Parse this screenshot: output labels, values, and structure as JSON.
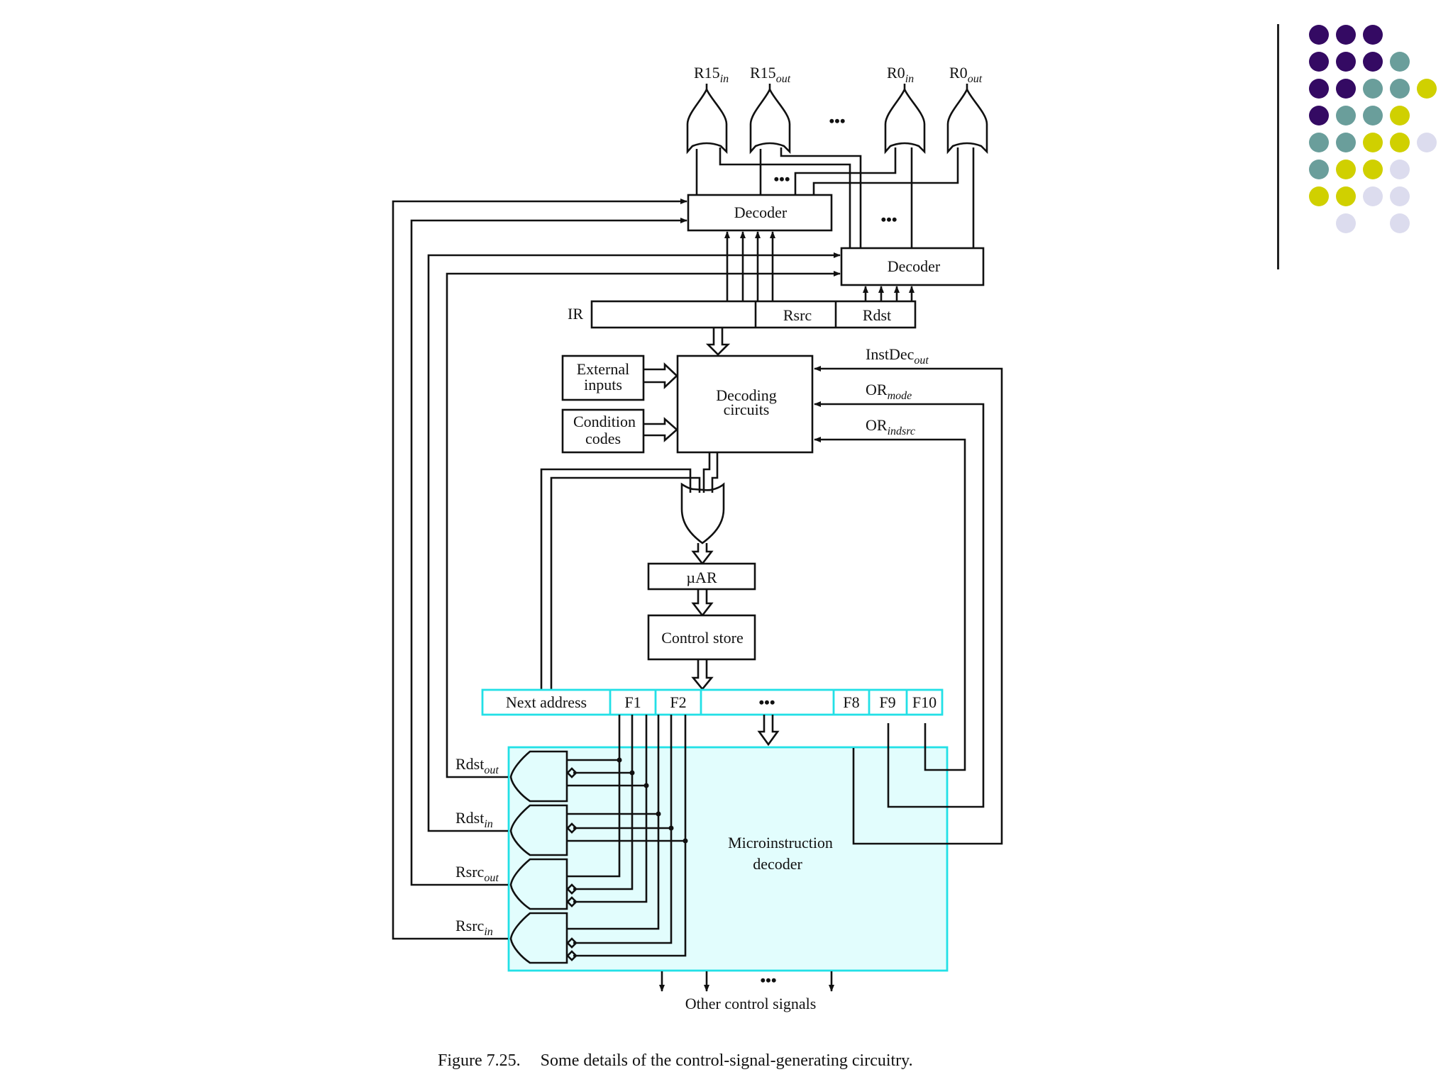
{
  "slide": {
    "decoration": {
      "dot_colors": {
        "purple": "#340a63",
        "teal": "#6a9e9b",
        "yellow": "#d0d000",
        "lavender": "#dcdcee"
      },
      "dot_rows": [
        [
          "purple",
          "purple",
          "purple",
          null,
          null
        ],
        [
          "purple",
          "purple",
          "purple",
          "teal",
          null
        ],
        [
          "purple",
          "purple",
          "teal",
          "teal",
          "yellow"
        ],
        [
          "purple",
          "teal",
          "teal",
          "yellow",
          null
        ],
        [
          "teal",
          "teal",
          "yellow",
          "yellow",
          "lavender"
        ],
        [
          "teal",
          "yellow",
          "yellow",
          "lavender",
          null
        ],
        [
          "yellow",
          "yellow",
          "lavender",
          "lavender",
          null
        ],
        [
          null,
          "lavender",
          null,
          "lavender",
          null
        ]
      ]
    }
  },
  "diagram": {
    "gates_top": {
      "r15_in": {
        "base": "R15",
        "sub": "in"
      },
      "r15_out": {
        "base": "R15",
        "sub": "out"
      },
      "r0_in": {
        "base": "R0",
        "sub": "in"
      },
      "r0_out": {
        "base": "R0",
        "sub": "out"
      },
      "ellipsis": "•••"
    },
    "decoder_src": "Decoder",
    "decoder_dst": "Decoder",
    "ellipsis_mid": "•••",
    "ellipsis_right": "•••",
    "ir": {
      "label": "IR",
      "fields": [
        "Rsrc",
        "Rdst"
      ]
    },
    "external_inputs": [
      "External",
      "inputs"
    ],
    "condition_codes": [
      "Condition",
      "codes"
    ],
    "decoding_circuits": [
      "Decoding",
      "circuits"
    ],
    "feedback_signals": [
      {
        "base": "InstDec",
        "sub": "out"
      },
      {
        "base": "OR",
        "sub": "mode"
      },
      {
        "base": "OR",
        "sub": "indsrc"
      }
    ],
    "uar": "µAR",
    "control_store": "Control store",
    "microinstruction_fields": [
      "Next address",
      "F1",
      "F2",
      "•••",
      "F8",
      "F9",
      "F10"
    ],
    "micro_decoder": [
      "Microinstruction",
      "decoder"
    ],
    "gate_outputs": [
      {
        "base": "Rdst",
        "sub": "out"
      },
      {
        "base": "Rdst",
        "sub": "in"
      },
      {
        "base": "Rsrc",
        "sub": "out"
      },
      {
        "base": "Rsrc",
        "sub": "in"
      }
    ],
    "other_signals": "Other control signals",
    "other_ellipsis": "•••",
    "highlight_color": "#22e0e6",
    "decoder_fill": "#e2fdfd"
  },
  "caption": {
    "number": "Figure 7.25.",
    "text": "Some details of the control-signal-generating circuitry."
  }
}
